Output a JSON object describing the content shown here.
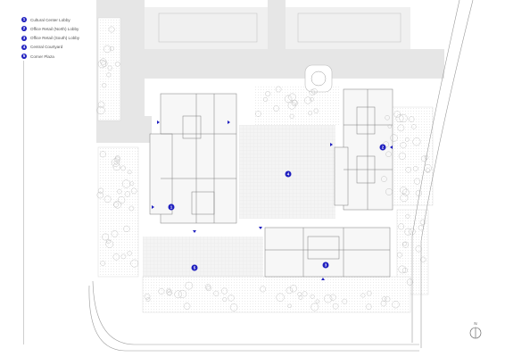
{
  "legend": {
    "items": [
      {
        "number": "1",
        "label": "Cultural Center Lobby"
      },
      {
        "number": "2",
        "label": "Office Retail (North) Lobby"
      },
      {
        "number": "3",
        "label": "Office Retail (South) Lobby"
      },
      {
        "number": "4",
        "label": "Central Courtyard"
      },
      {
        "number": "5",
        "label": "Corner Plaza"
      }
    ]
  },
  "markers": [
    "1",
    "2",
    "3",
    "4",
    "5"
  ],
  "north_arrow": {
    "label": "N"
  },
  "colors": {
    "accent": "#1f1fbf",
    "line": "#9a9a9a",
    "paving": "#e9e9e9",
    "building": "#f7f7f7"
  }
}
